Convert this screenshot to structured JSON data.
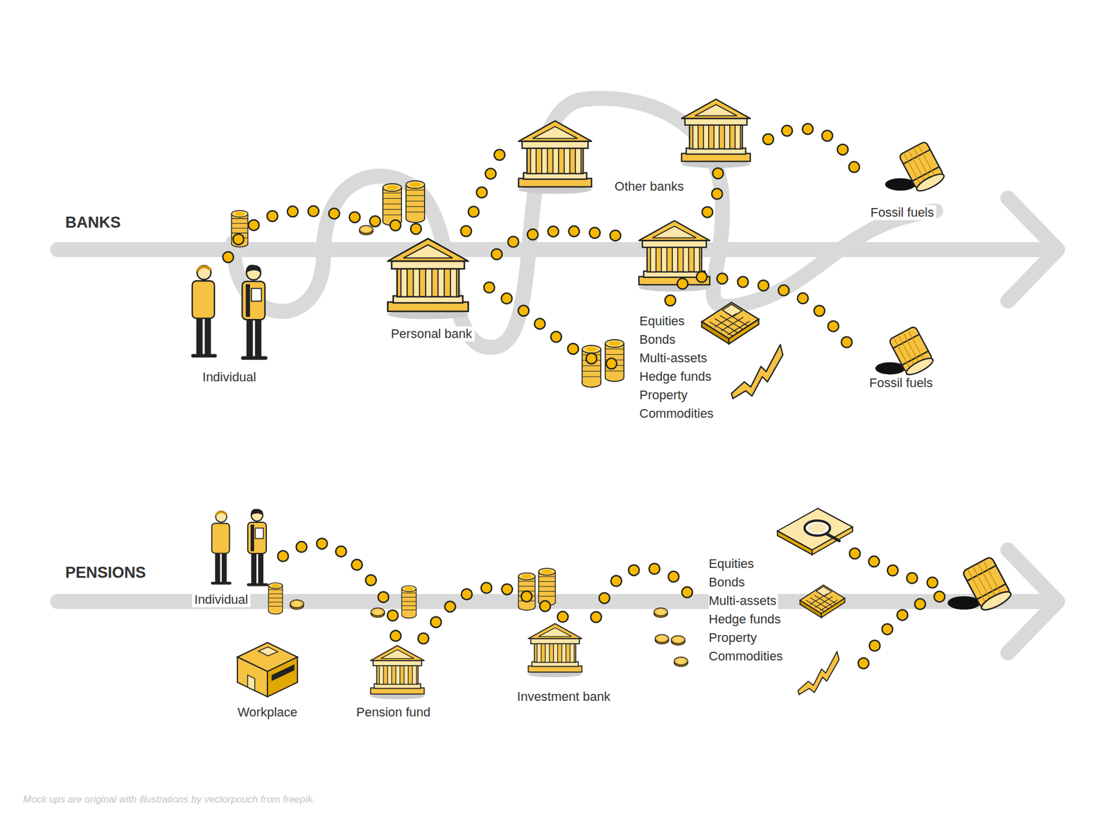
{
  "diagram": {
    "caption": "Mock ups are original with illustrations by vectorpouch from freepik.",
    "nodes": [
      {
        "text": [
          "Individual"
        ]
      },
      {
        "text": [
          "Personal bank"
        ]
      },
      {
        "text": [
          "Other banks"
        ]
      },
      {
        "text": [
          "Fossil fuels"
        ]
      },
      {
        "text": [
          "Equities",
          "Bonds",
          "Multi-assets",
          "Hedge funds",
          "Property",
          "Commodities"
        ]
      },
      {
        "text": [
          "Fossil fuels"
        ]
      },
      {
        "text": [
          "Individual"
        ]
      },
      {
        "text": [
          "Workplace"
        ]
      },
      {
        "text": [
          "Pension fund"
        ]
      },
      {
        "text": [
          "Investment bank"
        ]
      },
      {
        "text": [
          "Equities",
          "Bonds",
          "Multi-assets",
          "Hedge funds",
          "Property",
          "Commodities"
        ]
      }
    ],
    "edges": [
      {
        "from": 0,
        "to": 1,
        "arrow": "none"
      },
      {
        "from": 1,
        "to": 2,
        "arrow": "none"
      },
      {
        "from": 2,
        "to": 3,
        "arrow": "none"
      },
      {
        "from": 1,
        "to": 4,
        "arrow": "none"
      },
      {
        "from": 4,
        "to": 5,
        "arrow": "none"
      },
      {
        "from": 6,
        "to": 8,
        "arrow": "none"
      },
      {
        "from": 8,
        "to": 9,
        "arrow": "none"
      },
      {
        "from": 9,
        "to": 10,
        "arrow": "none"
      }
    ],
    "labels": [
      "BANKS",
      "PENSIONS"
    ]
  }
}
